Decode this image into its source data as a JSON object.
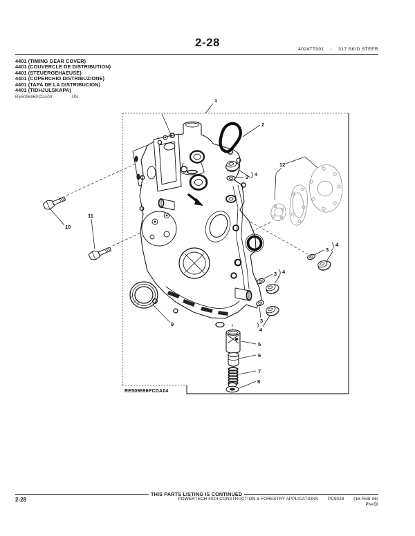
{
  "colors": {
    "ink": "#1a1a1a",
    "light_line": "#8f8f8f",
    "background": "#ffffff"
  },
  "header": {
    "page_number": "2-28",
    "doc_code": "4024TT001",
    "separator": "-",
    "model": "317 SKID STEER"
  },
  "section_list": {
    "items": [
      "4401 (TIMING GEAR COVER)",
      "4401 (COUVERCLE DE DISTRIBUTION)",
      "4401 (STEUERGEHAEUSE)",
      "4401 (COPERCHIO DISTRIBUZIONE)",
      "4401 (TAPA DE LA DISTRIBUCION)",
      "4401 (TIDHJULSKAPA)"
    ],
    "image_ref_code": "RE509696PCDA04",
    "image_ref_suffix": "-UN-"
  },
  "drawing": {
    "image_label": "RE509696PCDA04",
    "callouts": [
      {
        "label": "1"
      },
      {
        "label": "2"
      },
      {
        "label": "3"
      },
      {
        "label": "4"
      },
      {
        "label": "12"
      },
      {
        "label": "10"
      },
      {
        "label": "11"
      },
      {
        "label": "3"
      },
      {
        "label": "4"
      },
      {
        "label": "3"
      },
      {
        "label": "4"
      },
      {
        "label": "9"
      },
      {
        "label": "3"
      },
      {
        "label": "4"
      },
      {
        "label": "5"
      },
      {
        "label": "6"
      },
      {
        "label": "7"
      },
      {
        "label": "8"
      }
    ]
  },
  "footer": {
    "continued_note": "THIS PARTS LISTING IS CONTINUED",
    "page_number": "2-28",
    "publication_title": "POWERTECH 4024 CONSTRUCTION & FORESTRY APPLICATIONS",
    "catalog_code": "PC9428",
    "revision_date": "(16-FEB-06)",
    "print_ref": "PN=50"
  }
}
